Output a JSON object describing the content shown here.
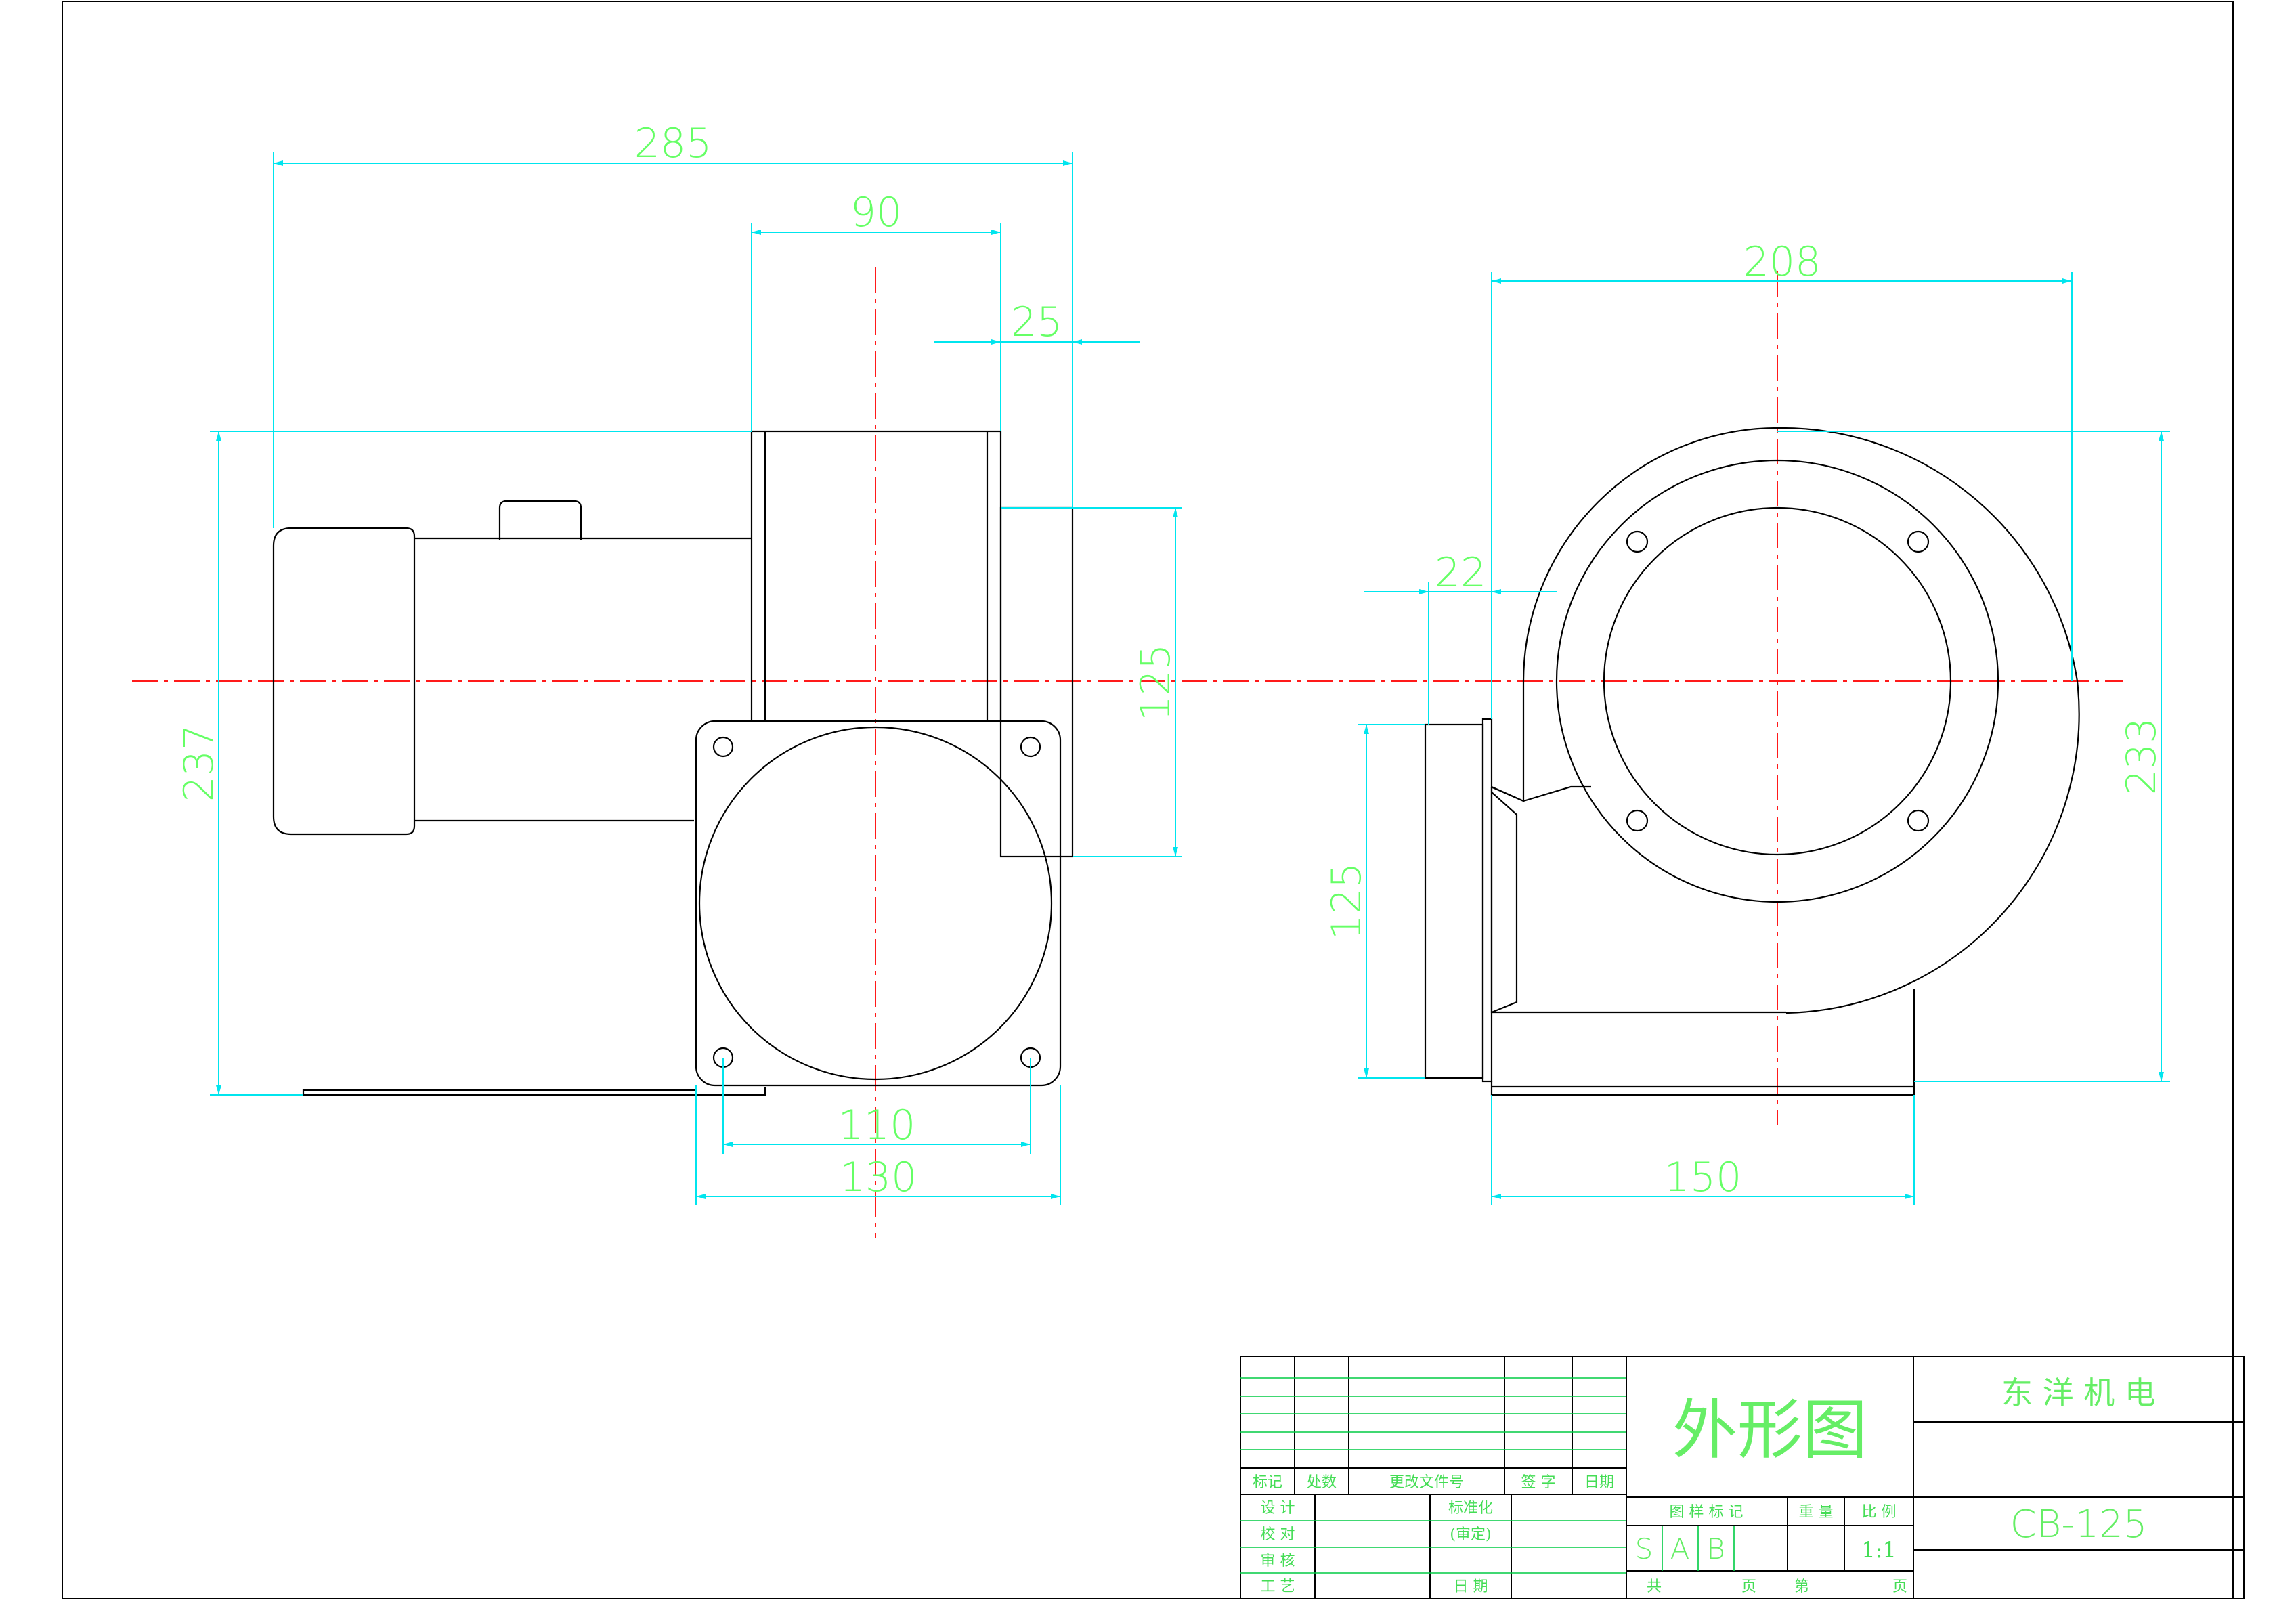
{
  "front_view": {
    "dims": {
      "overall_length": "285",
      "outlet_width": "90",
      "flange_offset": "25",
      "outlet_height": "125",
      "overall_height": "237",
      "bolt_spacing": "110",
      "flange_width": "130"
    }
  },
  "side_view": {
    "dims": {
      "housing_width": "208",
      "inlet_offset": "22",
      "outlet_height": "125",
      "overall_height": "233",
      "base_width": "150"
    }
  },
  "title_block": {
    "drawing_title": "外形图",
    "company": "东 洋 机 电",
    "model": "CB-125",
    "revision_headers": [
      "标记",
      "处数",
      "更改文件号",
      "签 字",
      "日期"
    ],
    "roles": [
      "设 计",
      "校 对",
      "审 核",
      "工 艺"
    ],
    "standardization": "标准化",
    "approval": "(审定)",
    "date_label": "日 期",
    "mark_headers": [
      "图 样 标 记",
      "重 量",
      "比 例"
    ],
    "marks": [
      "S",
      "A",
      "B"
    ],
    "scale": "1:1",
    "sheet_labels": [
      "共",
      "页",
      "第",
      "页"
    ]
  },
  "colors": {
    "object_lines": "#000000",
    "dimension_lines": "#00e5ee",
    "dimension_text": "#66ff66",
    "center_lines": "#ff1a1a"
  }
}
